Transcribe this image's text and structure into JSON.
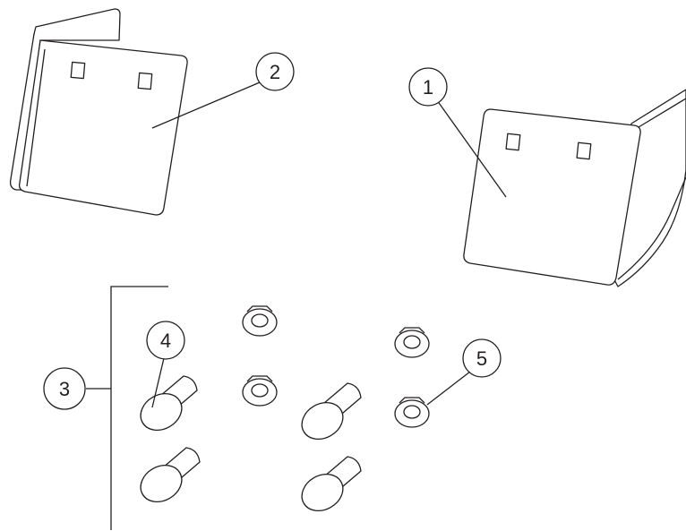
{
  "callouts": [
    {
      "id": "c1",
      "label": "1"
    },
    {
      "id": "c2",
      "label": "2"
    },
    {
      "id": "c3",
      "label": "3"
    },
    {
      "id": "c4",
      "label": "4"
    },
    {
      "id": "c5",
      "label": "5"
    }
  ],
  "colors": {
    "line": "#231f20",
    "background": "#ffffff"
  }
}
